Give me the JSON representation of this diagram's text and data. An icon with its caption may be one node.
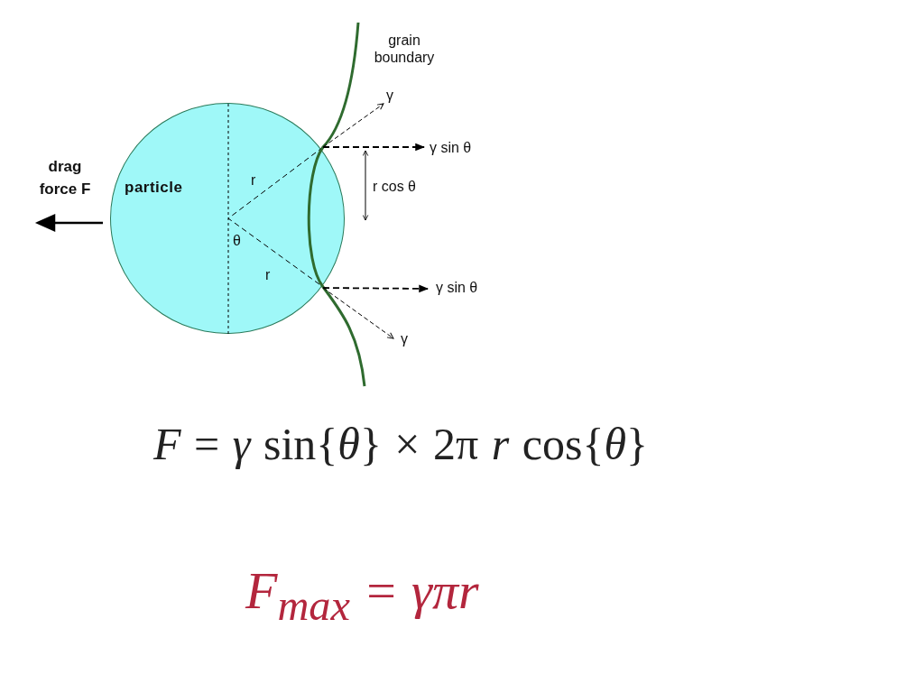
{
  "diagram": {
    "nodes": [
      {
        "text": [
          "particle"
        ]
      }
    ],
    "labels": [
      "grain boundary",
      "γ",
      "γ  sin θ",
      "drag force F",
      "r",
      "r cos θ",
      "θ",
      "r",
      "γ  sin θ",
      "γ",
      "*F* = *γ* sin{*θ*} × 2π *r* cos{*θ*}",
      "F$_{max}$ = γπr"
    ]
  }
}
